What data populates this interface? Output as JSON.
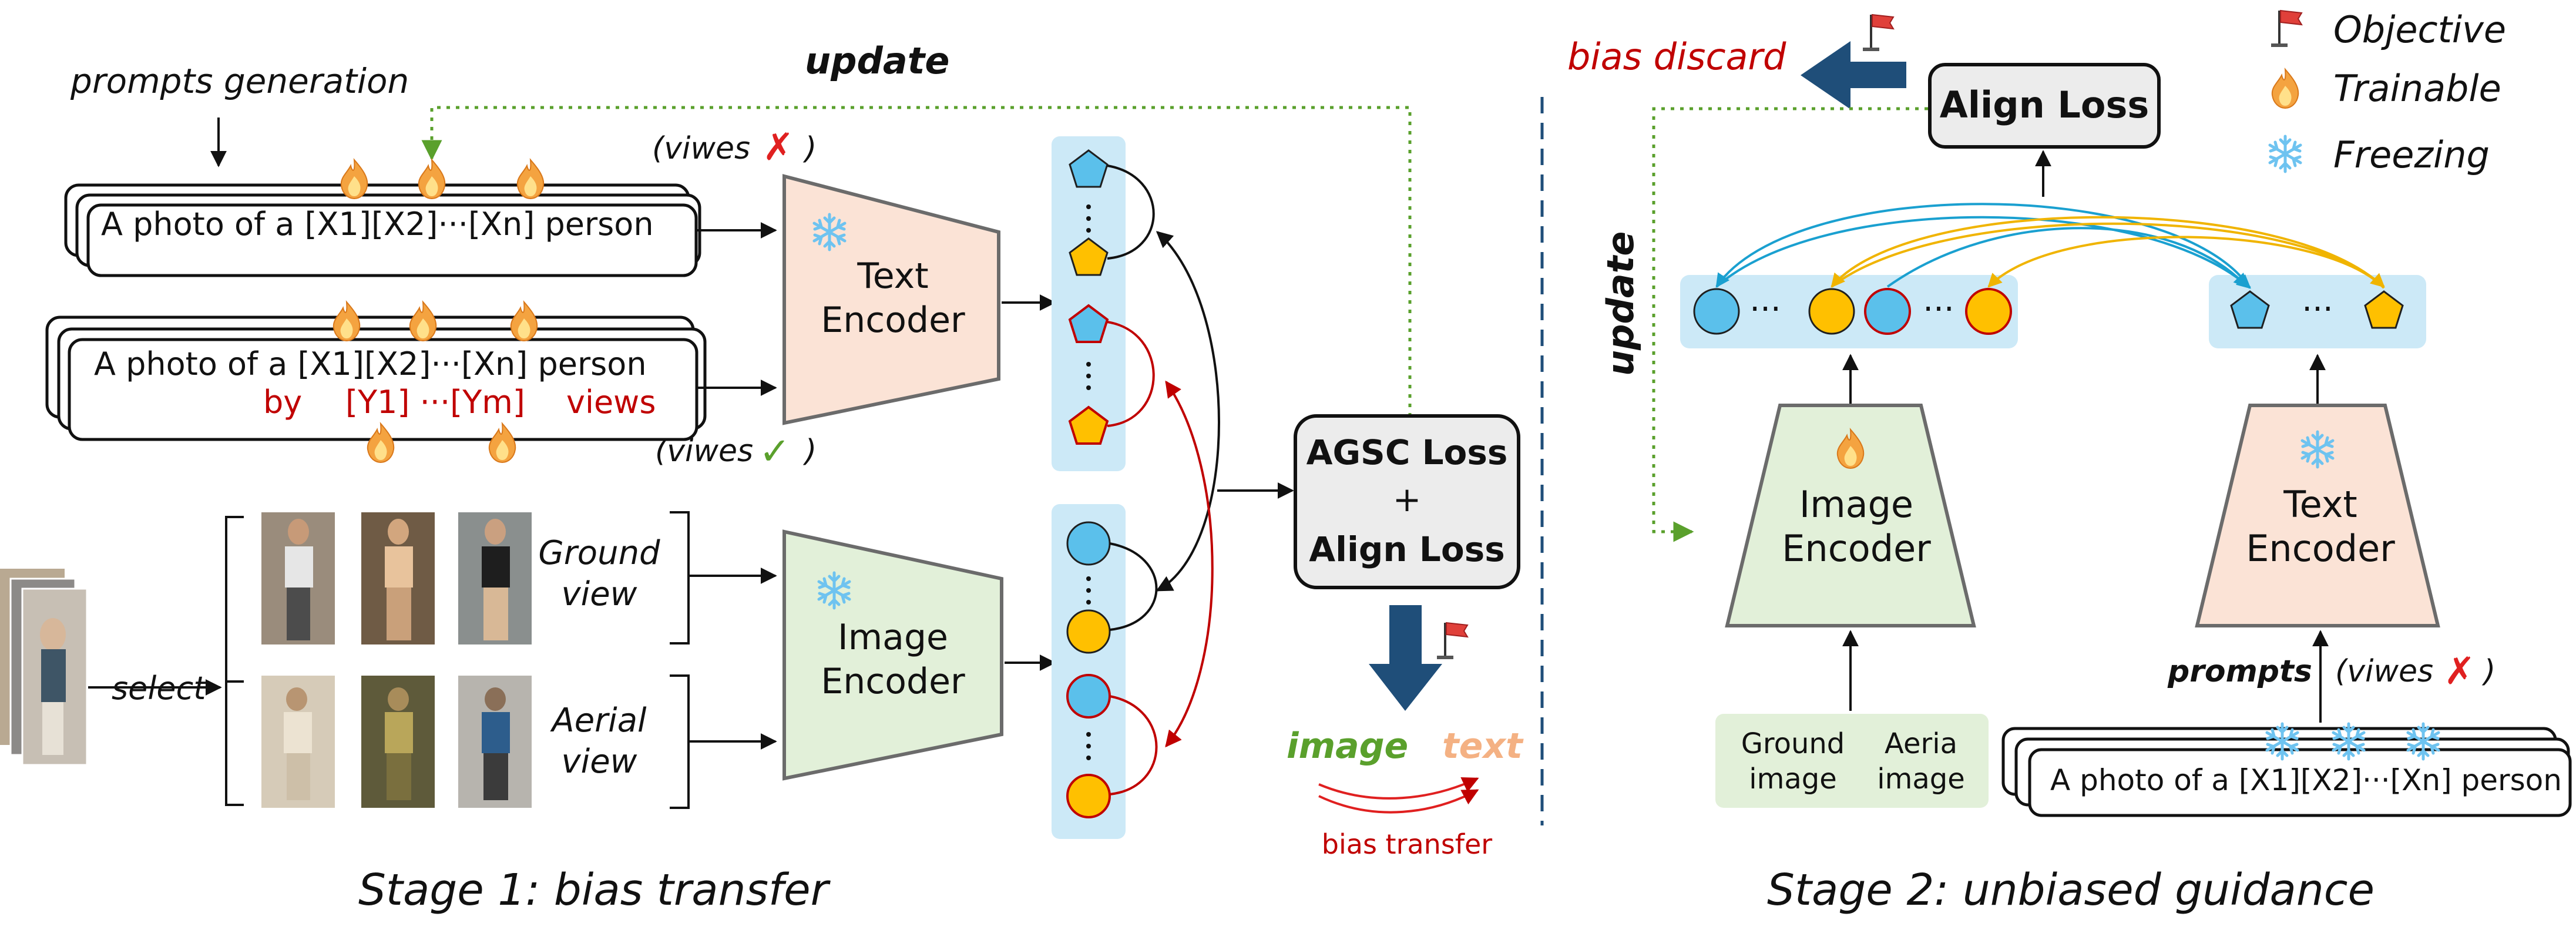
{
  "stage1": {
    "title": "Stage 1: bias transfer",
    "prompts_generation": "prompts  generation",
    "update": "update",
    "prompt1_text": "A photo of a [X1][X2]···[Xn] person",
    "prompt2_line1": "A photo of a [X1][X2]···[Xn] person",
    "prompt2_by": "by",
    "prompt2_tokens": "[Y1] ···[Ym]",
    "prompt2_views": "views",
    "views_no": "(viwes",
    "views_no_mark": "✗",
    "views_close": ")",
    "views_yes": "(viwes",
    "views_yes_mark": "✓",
    "text_encoder_line1": "Text",
    "text_encoder_line2": "Encoder",
    "image_encoder_line1": "Image",
    "image_encoder_line2": "Encoder",
    "select": "select",
    "ground_view_line1": "Ground",
    "ground_view_line2": "view",
    "aerial_view_line1": "Aerial",
    "aerial_view_line2": "view",
    "loss_line1": "AGSC Loss",
    "loss_line2": "+",
    "loss_line3": "Align Loss",
    "image_word": "image",
    "text_word": "text",
    "bias_transfer": "bias transfer"
  },
  "stage2": {
    "title": "Stage 2: unbiased guidance",
    "bias_discard": "bias discard",
    "align_loss": "Align Loss",
    "update": "update",
    "image_encoder_line1": "Image",
    "image_encoder_line2": "Encoder",
    "text_encoder_line1": "Text",
    "text_encoder_line2": "Encoder",
    "ground_image_line1": "Ground",
    "ground_image_line2": "image",
    "aerial_image_line1": "Aeria",
    "aerial_image_line2": "image",
    "prompts": "prompts",
    "views_no": "(viwes",
    "views_no_mark": "✗",
    "views_close": ")",
    "prompt_text": "A photo of a [X1][X2]···[Xn] person"
  },
  "legend": {
    "objective": "Objective",
    "trainable": "Trainable",
    "freezing": "Freezing"
  },
  "colors": {
    "blue_token": "#5bc0eb",
    "yellow_token": "#ffc000",
    "red_accent": "#c00000",
    "green_word": "#5aa02c",
    "peach_word": "#f4b183",
    "text_encoder_fill": "#fbe3d6",
    "image_encoder_fill": "#e2f0d9",
    "token_bar": "#cce9f7",
    "arrow_blue": "#1f4e79",
    "link_cyan": "#1aa0d0",
    "link_gold": "#f0b400"
  }
}
